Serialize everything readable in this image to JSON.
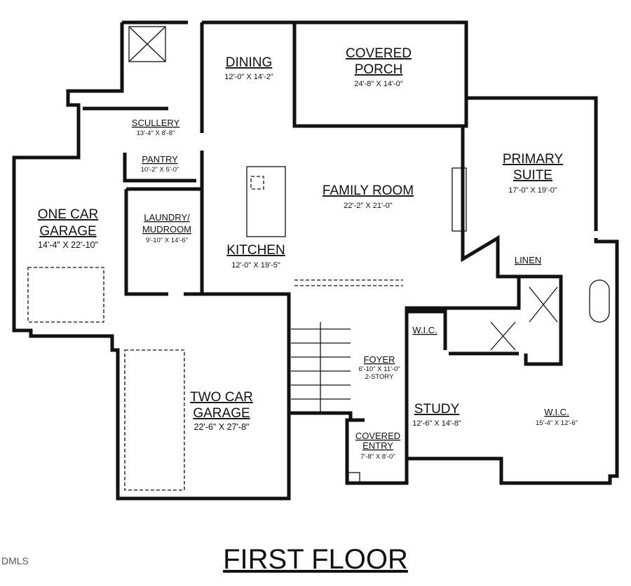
{
  "title": "FIRST FLOOR",
  "watermark": "DMLS",
  "rooms": {
    "dining": {
      "name": "DINING",
      "dims": "12'-0\" X 14'-2\""
    },
    "covered_porch": {
      "name_1": "COVERED",
      "name_2": "PORCH",
      "dims": "24'-8\" X 14'-0\""
    },
    "scullery": {
      "name": "SCULLERY",
      "dims": "13'-4\" X 8'-8\""
    },
    "pantry": {
      "name": "PANTRY",
      "dims": "10'-2\" X 5'-0\""
    },
    "primary_suite": {
      "name_1": "PRIMARY",
      "name_2": "SUITE",
      "dims": "17'-0\" X 19'-0\""
    },
    "family_room": {
      "name": "FAMILY ROOM",
      "dims": "22'-2\" X 21'-0\""
    },
    "one_car_garage": {
      "name_1": "ONE CAR",
      "name_2": "GARAGE",
      "dims": "14'-4\" X 22'-10\""
    },
    "laundry": {
      "name_1": "LAUNDRY/",
      "name_2": "MUDROOM",
      "dims": "9'-10\" X 14'-6\""
    },
    "kitchen": {
      "name": "KITCHEN",
      "dims": "12'-0\" X 19'-5\""
    },
    "linen": {
      "name": "LINEN"
    },
    "wic_small": {
      "name": "W.I.C."
    },
    "foyer": {
      "name": "FOYER",
      "dims": "6'-10\" X 11'-0\"",
      "note": "2-STORY"
    },
    "study": {
      "name": "STUDY",
      "dims": "12'-6\" X 14'-8\""
    },
    "wic_primary": {
      "name": "W.I.C.",
      "dims": "15'-4\" X 12'-6\""
    },
    "two_car_garage": {
      "name_1": "TWO CAR",
      "name_2": "GARAGE",
      "dims": "22'-6\" X 27'-8\""
    },
    "covered_entry": {
      "name_1": "COVERED",
      "name_2": "ENTRY",
      "dims": "7'-8\" X 8'-0\""
    }
  }
}
